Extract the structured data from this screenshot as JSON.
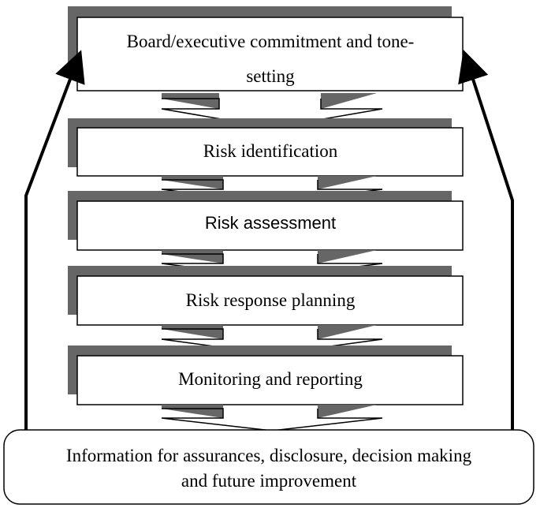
{
  "steps": [
    {
      "line1": "Board/executive commitment and tone-",
      "line2": "setting"
    },
    {
      "label": "Risk  identification"
    },
    {
      "label": "Risk assessment"
    },
    {
      "label": "Risk response planning"
    },
    {
      "label": "Monitoring and reporting"
    }
  ],
  "output": {
    "line1": "Information for assurances, disclosure, decision  making",
    "line2": "and future improvement"
  },
  "colors": {
    "shadow": "#666666",
    "stroke": "#000000",
    "fill": "#ffffff"
  }
}
